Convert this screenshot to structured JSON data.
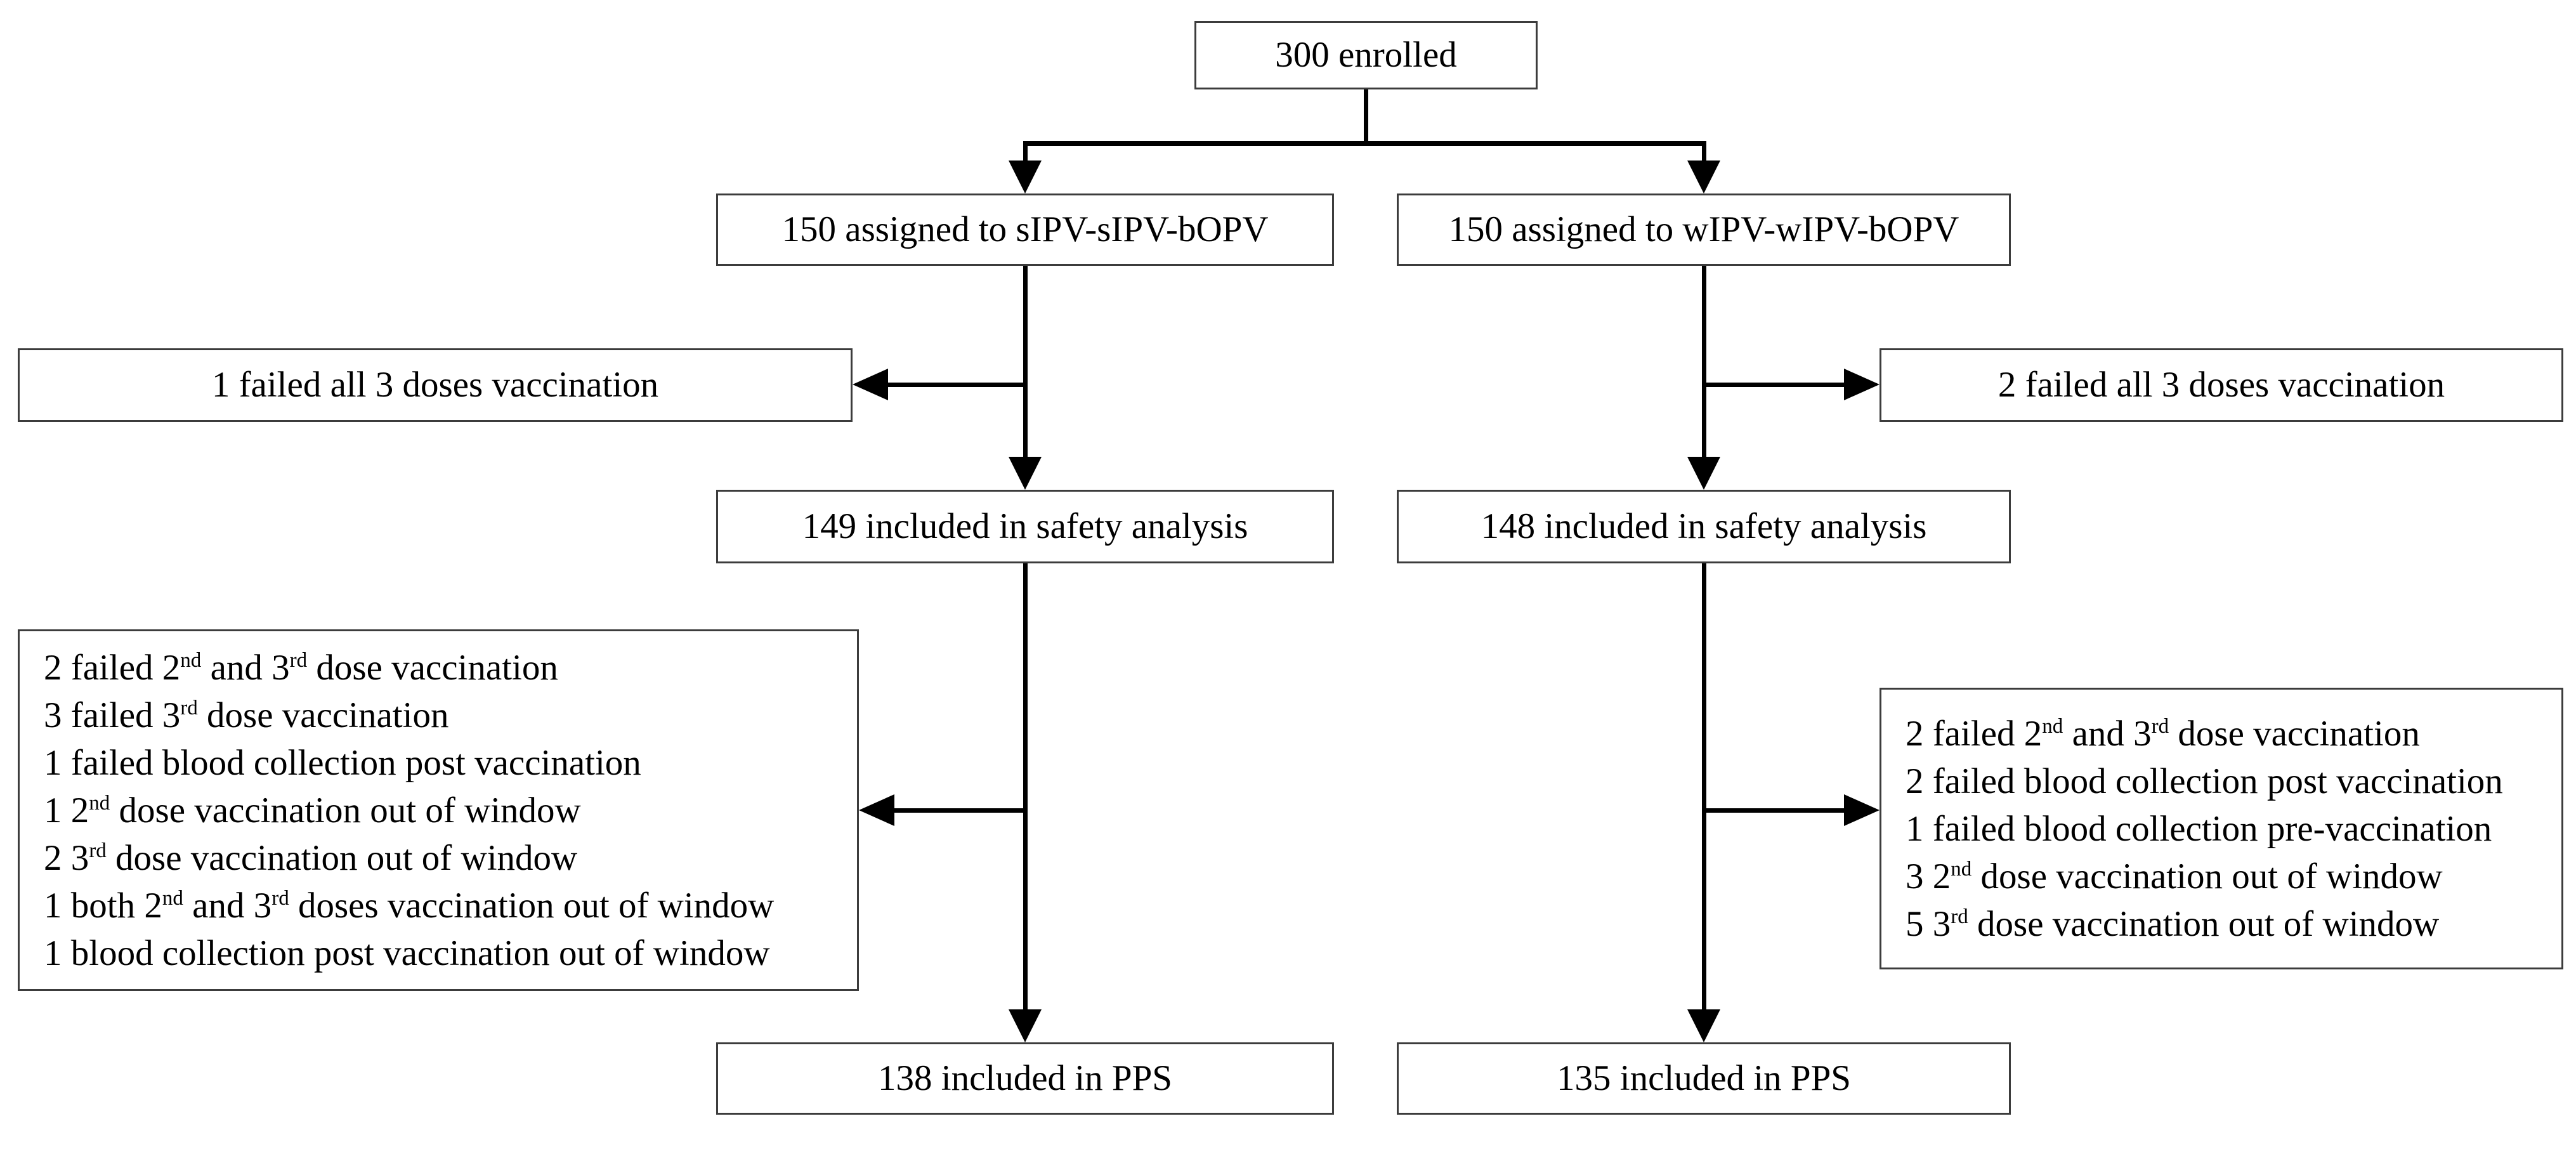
{
  "diagram": {
    "type": "consort-flowchart",
    "colors": {
      "background": "#ffffff",
      "box_border": "#3c3c3c",
      "connector": "#000000",
      "text": "#000000"
    },
    "nodes": {
      "enrolled": {
        "label": "300 enrolled"
      },
      "left_assigned": {
        "label": "150 assigned to sIPV-sIPV-bOPV"
      },
      "right_assigned": {
        "label": "150 assigned to wIPV-wIPV-bOPV"
      },
      "left_excluded_1": {
        "label": "1 failed all 3 doses vaccination"
      },
      "right_excluded_1": {
        "label": "2 failed all 3 doses vaccination"
      },
      "left_safety": {
        "label": "149 included in safety analysis"
      },
      "right_safety": {
        "label": "148 included in safety analysis"
      },
      "left_excluded_2": {
        "lines": [
          "2 failed 2^{nd} and 3^{rd} dose vaccination",
          "3 failed 3^{rd} dose vaccination",
          "1 failed blood collection post vaccination",
          "1 2^{nd} dose vaccination out of window",
          "2 3^{rd} dose vaccination out of window",
          "1 both 2^{nd} and 3^{rd} doses vaccination out of window",
          "1 blood collection post vaccination out of window"
        ]
      },
      "right_excluded_2": {
        "lines": [
          "2 failed 2^{nd} and 3^{rd} dose vaccination",
          "2 failed blood collection post vaccination",
          "1 failed blood collection pre-vaccination",
          "3 2^{nd} dose vaccination out of window",
          "5 3^{rd} dose vaccination out of window"
        ]
      },
      "left_pps": {
        "label": "138 included in PPS"
      },
      "right_pps": {
        "label": "135 included in PPS"
      }
    }
  }
}
